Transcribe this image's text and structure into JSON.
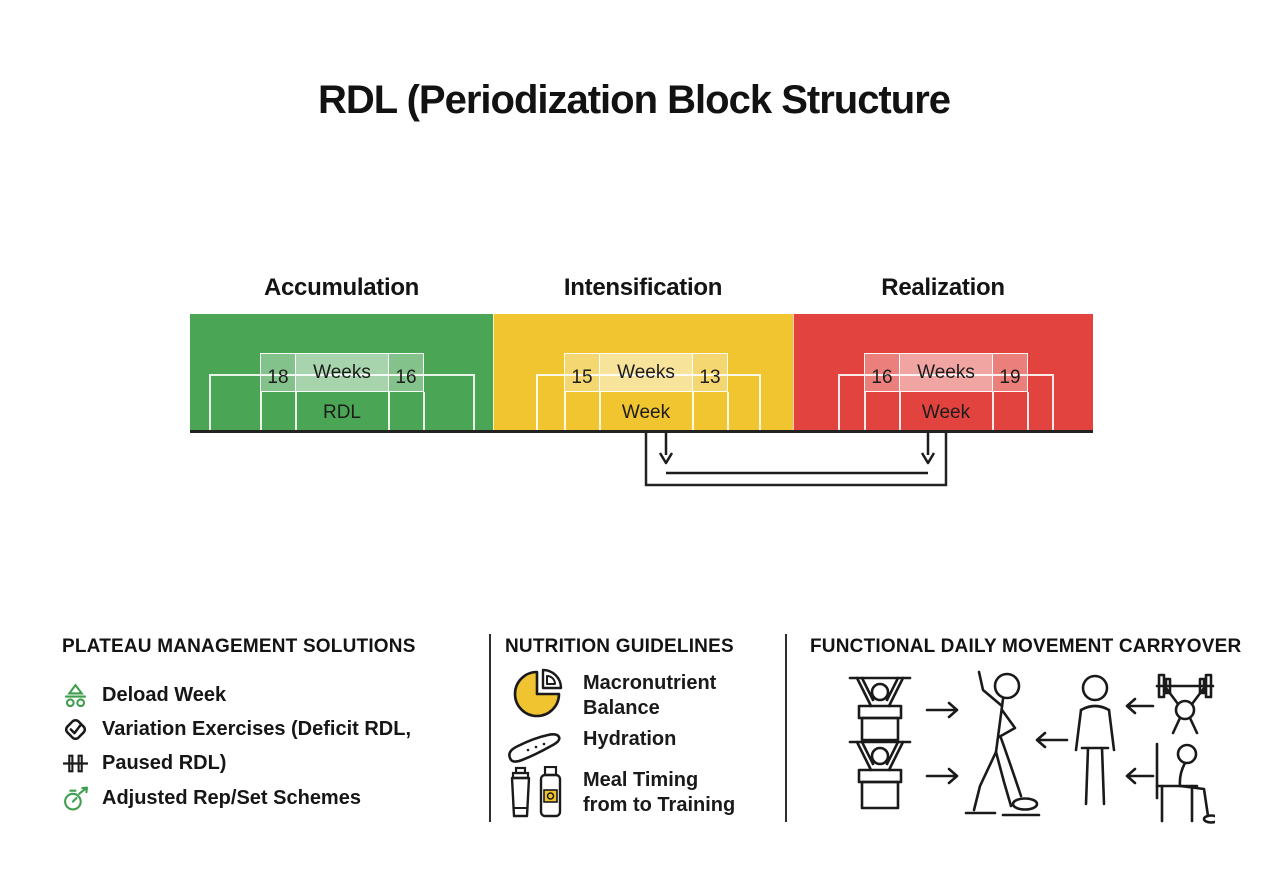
{
  "title": "RDL (Periodization Block Structure",
  "phases": [
    {
      "label": "Accumulation",
      "color": "#4aa555",
      "left_num": "18",
      "band_label": "Weeks",
      "right_num": "16",
      "bottom_label": "RDL"
    },
    {
      "label": "Intensification",
      "color": "#f0c52f",
      "left_num": "15",
      "band_label": "Weeks",
      "right_num": "13",
      "bottom_label": "Week"
    },
    {
      "label": "Realization",
      "color": "#e2433e",
      "left_num": "16",
      "band_label": "Weeks",
      "right_num": "19",
      "bottom_label": "Week"
    }
  ],
  "plateau": {
    "heading": "PLATEAU MANAGEMENT SOLUTIONS",
    "items": [
      {
        "icon": "deload-icon",
        "label": "Deload Week"
      },
      {
        "icon": "check-ribbon-icon",
        "label": "Variation Exercises (Deficit RDL,"
      },
      {
        "icon": "barbell-icon",
        "label": "Paused RDL)"
      },
      {
        "icon": "stopwatch-icon",
        "label": "Adjusted Rep/Set Schemes"
      }
    ]
  },
  "nutrition": {
    "heading": "NUTRITION GUIDELINES",
    "item1_line1": "Macronutrient",
    "item1_line2": "Balance",
    "item2": "Hydration",
    "item3_line1": "Meal Timing",
    "item3_line2": "from to Training"
  },
  "functional": {
    "heading": "FUNCTIONAL DAILY MOVEMENT CARRYOVER"
  },
  "colors": {
    "accent_green": "#3f9e4d",
    "accent_yellow": "#f0c330",
    "ink": "#1a1a1a"
  }
}
